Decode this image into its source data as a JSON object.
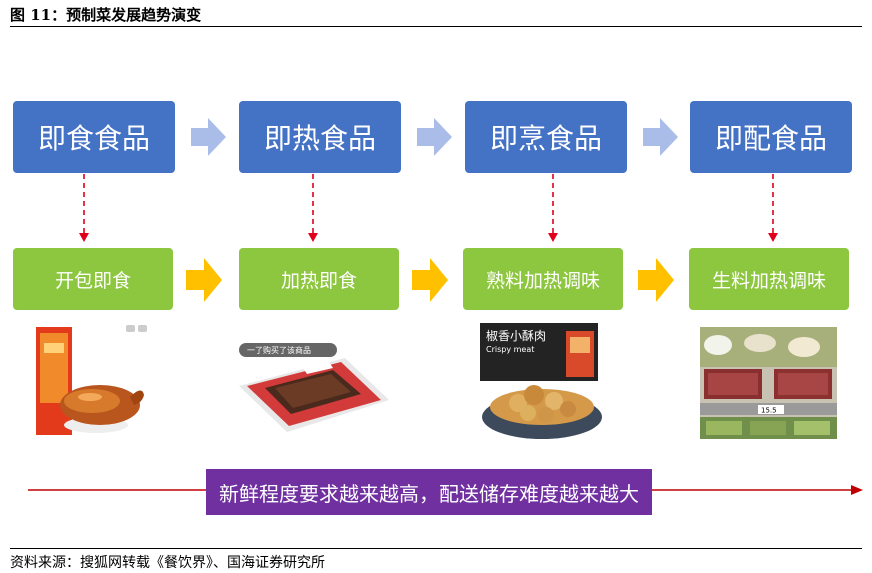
{
  "figure": {
    "title": "图 11：预制菜发展趋势演变"
  },
  "stages": [
    {
      "label": "即食食品",
      "detail": "开包即食"
    },
    {
      "label": "即热食品",
      "detail": "加热即食"
    },
    {
      "label": "即烹食品",
      "detail": "熟料加热调味"
    },
    {
      "label": "即配食品",
      "detail": "生料加热调味"
    }
  ],
  "photos": {
    "tray_caption": "一了购买了该商品",
    "snack_name": "椒香小酥肉",
    "snack_name_en": "Crispy meat",
    "price_tag": "15.5"
  },
  "trend": {
    "text": "新鲜程度要求越来越高，配送储存难度越来越大"
  },
  "source": {
    "text": "资料来源：搜狐网转载《餐饮界》、国海证券研究所"
  },
  "colors": {
    "stage_box": "#4472c4",
    "detail_box": "#8dc63f",
    "arrow_gray": "#a9bde8",
    "arrow_yellow": "#ffc000",
    "dashed_red": "#e0001b",
    "banner": "#7030a0",
    "trend_line": "#c00000"
  }
}
